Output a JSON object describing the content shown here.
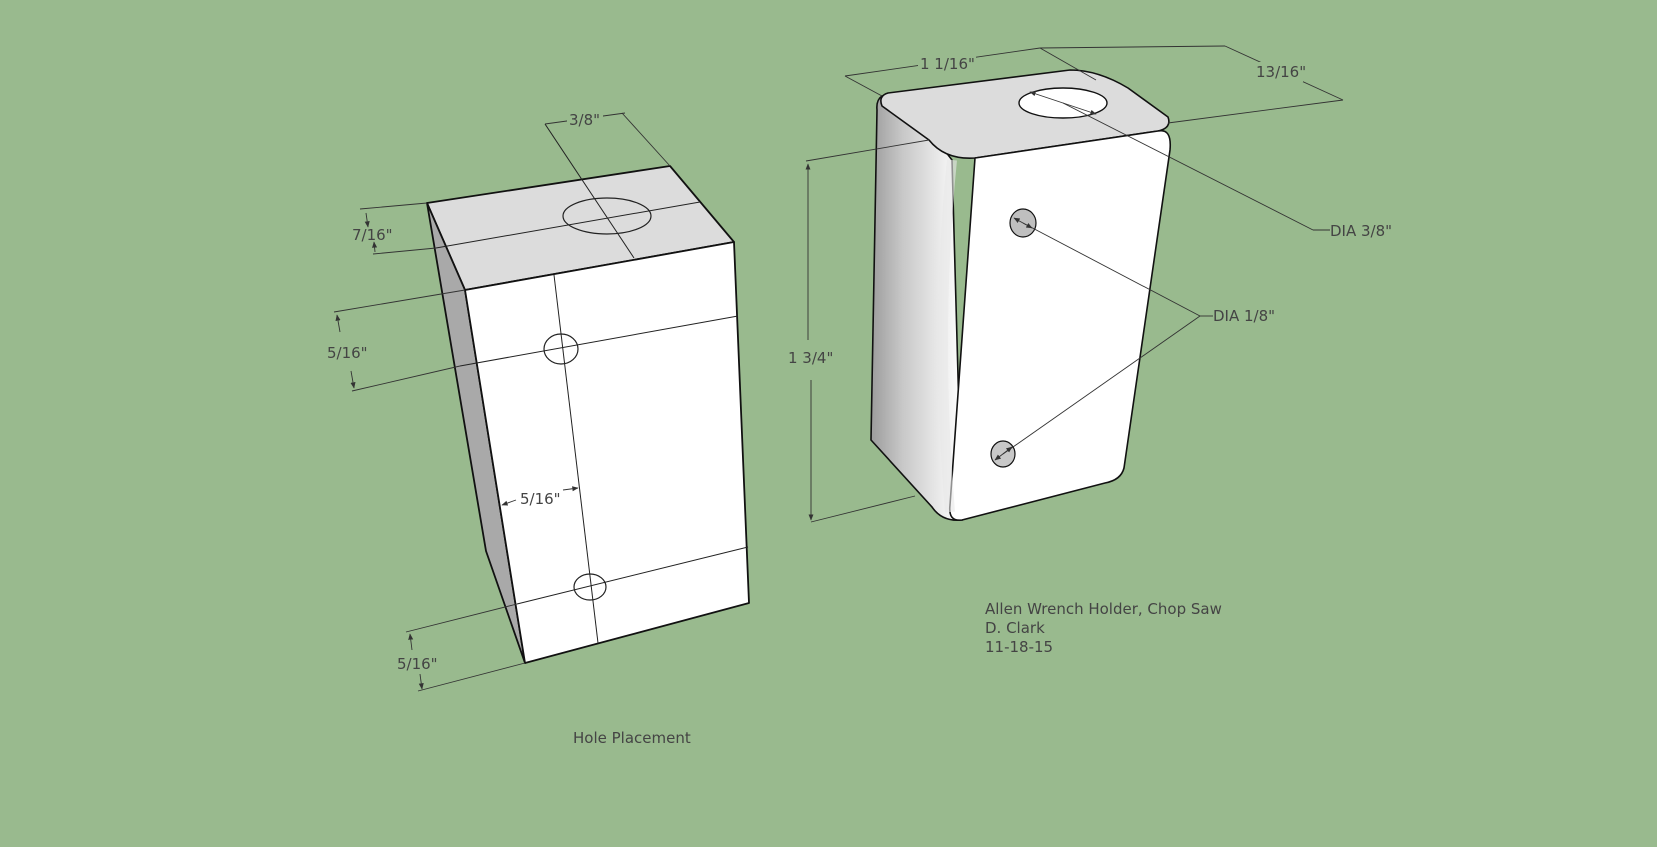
{
  "colors": {
    "background": "#99BA8E",
    "face_top": "#DCDCDC",
    "face_side": "#A9A9A9",
    "face_front": "#FFFFFF",
    "text": "#444444"
  },
  "left_block": {
    "dimensions": {
      "top_width": "3/8\"",
      "top_depth": "7/16\"",
      "upper_hole": "5/16\"",
      "horizontal": "5/16\"",
      "lower_hole": "5/16\""
    },
    "caption": "Hole Placement"
  },
  "right_block": {
    "dimensions": {
      "width": "1 1/16\"",
      "depth": "13/16\"",
      "height": "1 3/4\""
    },
    "callouts": {
      "large_hole": "DIA 3/8\"",
      "small_holes": "DIA 1/8\""
    }
  },
  "title_block": {
    "title": "Allen Wrench Holder, Chop Saw",
    "author": "D. Clark",
    "date": "11-18-15"
  }
}
